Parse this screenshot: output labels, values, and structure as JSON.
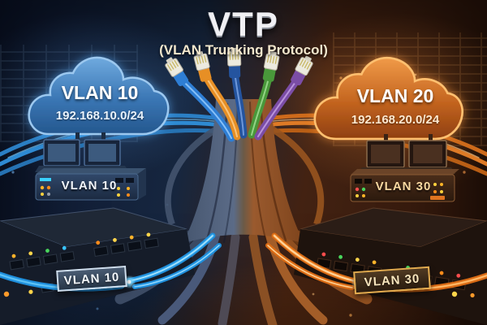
{
  "title": "VTP",
  "subtitle": "(VLAN Trunking Protocol)",
  "left_network": {
    "cloud_label": "VLAN 10",
    "cloud_subnet": "192.168.10.0/24",
    "switch_label": "VLAN 10",
    "cable_tag": "VLAN 10"
  },
  "right_network": {
    "cloud_label": "VLAN 20",
    "cloud_subnet": "192.168.20.0/24",
    "switch_label": "VLAN 30",
    "cable_tag": "VLAN 30"
  },
  "colors": {
    "left_accent": "#3b86cc",
    "right_accent": "#e0701c",
    "left_cloud": "#3a76b4",
    "right_cloud": "#c3641f",
    "title_text": "#f0f0f4",
    "subtitle_text": "#f2e6cc",
    "connector_cables": [
      "#2e7ed4",
      "#e78f25",
      "#24549f",
      "#49983a",
      "#7b4da6"
    ]
  }
}
